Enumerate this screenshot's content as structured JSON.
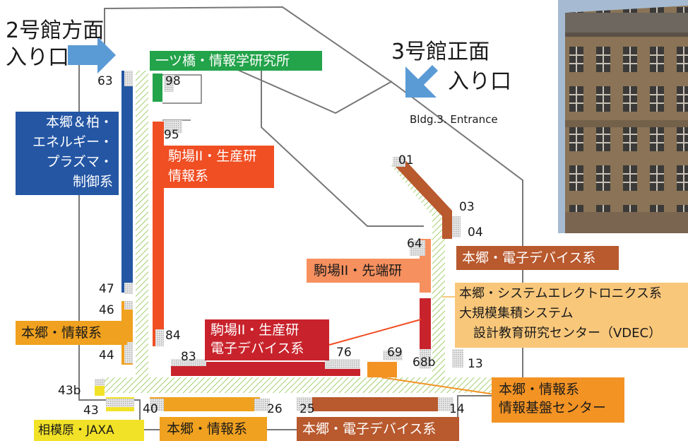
{
  "entrances": {
    "bldg2_line1": "2号館方面",
    "bldg2_line2": "入り口",
    "bldg3_line1": "3号館正面",
    "bldg3_line2": "入り口",
    "bldg3_en": "Bldg.3. Entrance"
  },
  "colors": {
    "hitotsubashi": "#23a34a",
    "hongo_kashiwa_energy": "#2456a4",
    "komaba_seisan": "#f04e23",
    "komaba_denshi": "#c8232c",
    "hongo_denshi": "#b8592e",
    "hongo_joho": "#f0a11f",
    "komaba_sentan": "#f7905f",
    "vdec": "#f9c77a",
    "joho_kiban": "#f39324",
    "jaxa": "#f2e227",
    "corridor": "#8bc34a"
  },
  "groups": {
    "hitotsubashi": "一ツ橋・情報学研究所",
    "hongo_kashiwa_energy": [
      "本郷＆柏・",
      "エネルギー・",
      "プラズマ・",
      "制御系"
    ],
    "komaba_seisan_joho": [
      "駒場II・生産研",
      "情報系"
    ],
    "komaba_seisan_denshi": [
      "駒場II・生産研",
      "電子デバイス系"
    ],
    "komaba_sentan": "駒場II・先端研",
    "hongo_denshi_right": "本郷・電子デバイス系",
    "hongo_system": [
      "本郷・システムエレクトロニクス系",
      "大規模集積システム",
      "設計教育研究センター（VDEC）"
    ],
    "hongo_joho_left": "本郷・情報系",
    "hongo_joho_kiban": [
      "本郷・情報系",
      "情報基盤センター"
    ],
    "hongo_joho_bottom": "本郷・情報系",
    "hongo_denshi_bottom": "本郷・電子デバイス系",
    "sagamihara_jaxa": "相模原・JAXA"
  },
  "booths": [
    "63",
    "98",
    "95",
    "47",
    "46",
    "44",
    "84",
    "83",
    "76",
    "69",
    "68b",
    "13",
    "01",
    "03",
    "04",
    "64",
    "43b",
    "43",
    "40",
    "26",
    "25",
    "14"
  ]
}
